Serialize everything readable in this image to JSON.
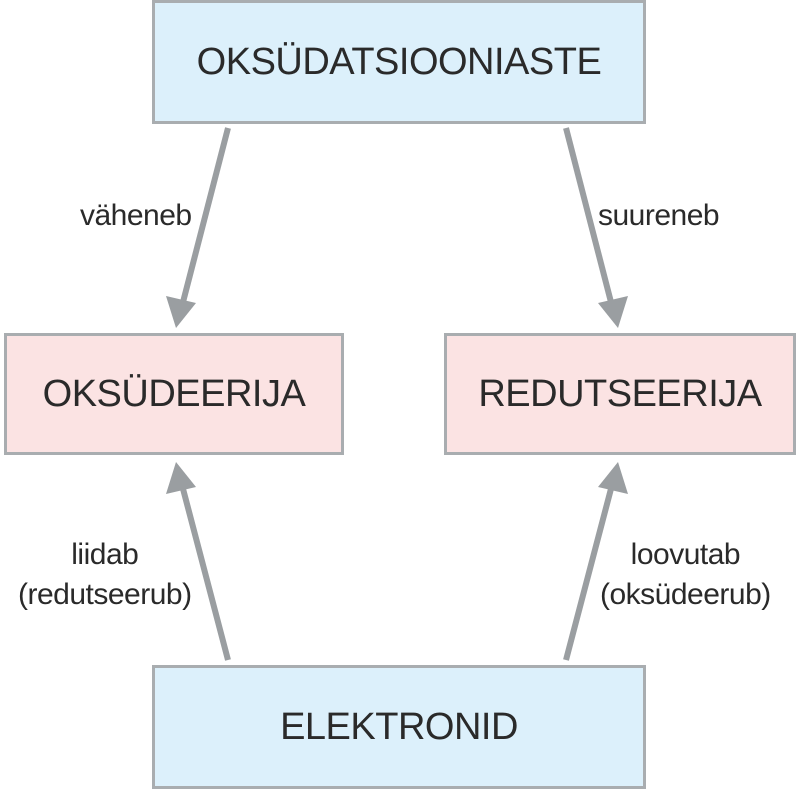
{
  "nodes": {
    "top": "OKSÜDATSIOONIASTE",
    "left": "OKSÜDEERIJA",
    "right": "REDUTSEERIJA",
    "bottom": "ELEKTRONID"
  },
  "edges": {
    "top_left": {
      "line1": "väheneb"
    },
    "top_right": {
      "line1": "suureneb"
    },
    "bottom_left": {
      "line1": "liidab",
      "line2": "(redutseerub)"
    },
    "bottom_right": {
      "line1": "loovutab",
      "line2": "(oksüdeerub)"
    }
  },
  "colors": {
    "top_bottom_fill": "#dcf0fb",
    "middle_fill": "#fbe3e3",
    "border": "#a9adb0",
    "arrow": "#9a9ea1"
  }
}
